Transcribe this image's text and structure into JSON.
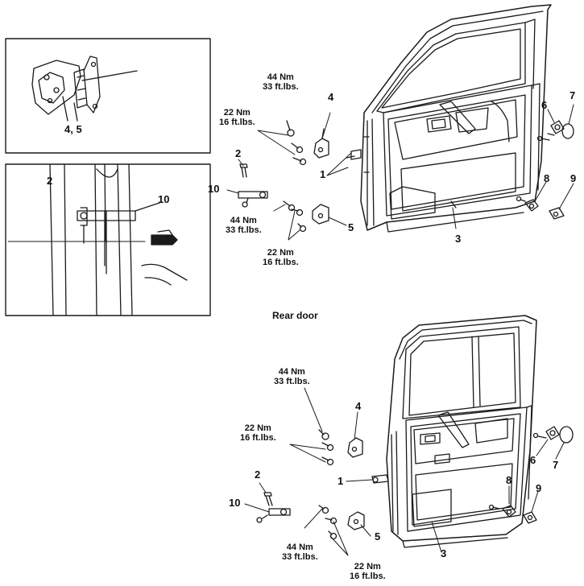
{
  "inset_top": {
    "callout": "4, 5"
  },
  "inset_bottom": {
    "callouts": [
      "2",
      "10"
    ]
  },
  "front_door": {
    "labels": {
      "1": "1",
      "2": "2",
      "3": "3",
      "4": "4",
      "5": "5",
      "6": "6",
      "7": "7",
      "8": "8",
      "9": "9",
      "10": "10"
    },
    "torque_upper_hinge": {
      "nm": "44 Nm",
      "ftlbs": "33 ft.lbs."
    },
    "torque_upper_bolts": {
      "nm": "22 Nm",
      "ftlbs": "16 ft.lbs."
    },
    "torque_lower_hinge": {
      "nm": "44 Nm",
      "ftlbs": "33 ft.lbs."
    },
    "torque_lower_bolts": {
      "nm": "22 Nm",
      "ftlbs": "16 ft.lbs."
    }
  },
  "section_title": "Rear door",
  "rear_door": {
    "labels": {
      "1": "1",
      "2": "2",
      "3": "3",
      "4": "4",
      "5": "5",
      "6": "6",
      "7": "7",
      "8": "8",
      "9": "9",
      "10": "10"
    },
    "torque_upper_hinge": {
      "nm": "44 Nm",
      "ftlbs": "33 ft.lbs."
    },
    "torque_upper_bolts": {
      "nm": "22 Nm",
      "ftlbs": "16 ft.lbs."
    },
    "torque_lower_hinge": {
      "nm": "44 Nm",
      "ftlbs": "33 ft.lbs."
    },
    "torque_lower_bolts": {
      "nm": "22 Nm",
      "ftlbs": "16 ft.lbs."
    }
  }
}
